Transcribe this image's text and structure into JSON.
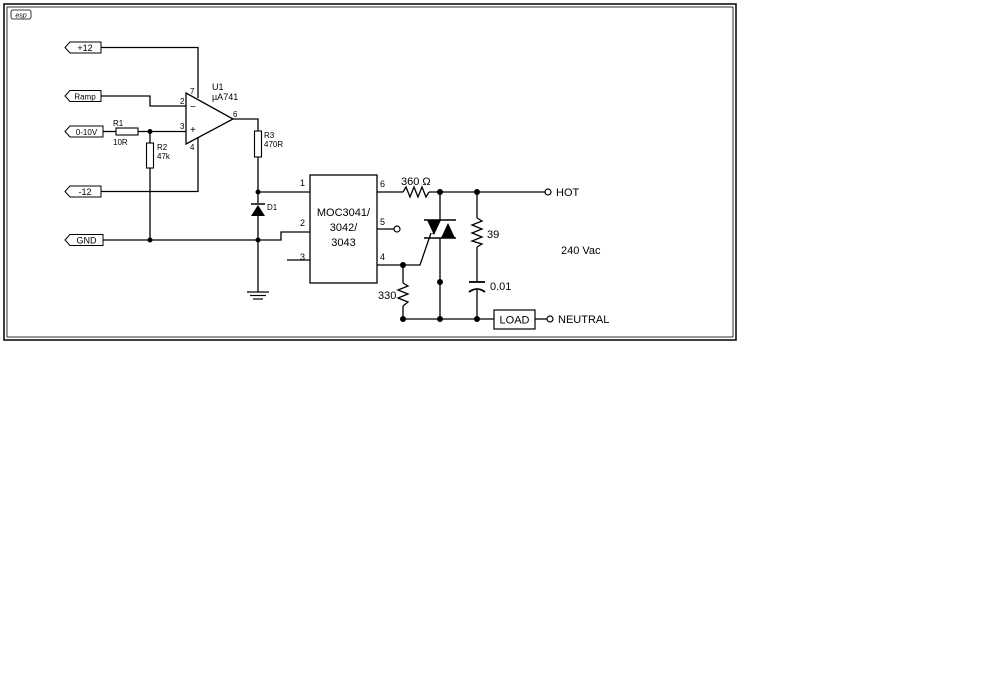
{
  "logo": "esp",
  "ports": {
    "p12": "+12",
    "ramp": "Ramp",
    "v010": "0-10V",
    "m12": "-12",
    "gnd": "GND"
  },
  "opamp": {
    "ref": "U1",
    "part": "µA741",
    "pin7": "7",
    "pin2": "2",
    "pin3": "3",
    "pin4": "4",
    "pin6": "6",
    "minus": "−",
    "plus": "+"
  },
  "resistors": {
    "r1_ref": "R1",
    "r1_val": "10R",
    "r2_ref": "R2",
    "r2_val": "47k",
    "r3_ref": "R3",
    "r3_val": "470R",
    "r360": "360 Ω",
    "r39": "39",
    "r330": "330"
  },
  "diode": {
    "ref": "D1"
  },
  "optocoupler": {
    "line1": "MOC3041/",
    "line2": "3042/",
    "line3": "3043",
    "pin1": "1",
    "pin2": "2",
    "pin3": "3",
    "pin4": "4",
    "pin5": "5",
    "pin6": "6"
  },
  "capacitor": {
    "value": "0.01"
  },
  "load": "LOAD",
  "terminals": {
    "hot": "HOT",
    "neutral": "NEUTRAL"
  },
  "supply": "240 Vac"
}
